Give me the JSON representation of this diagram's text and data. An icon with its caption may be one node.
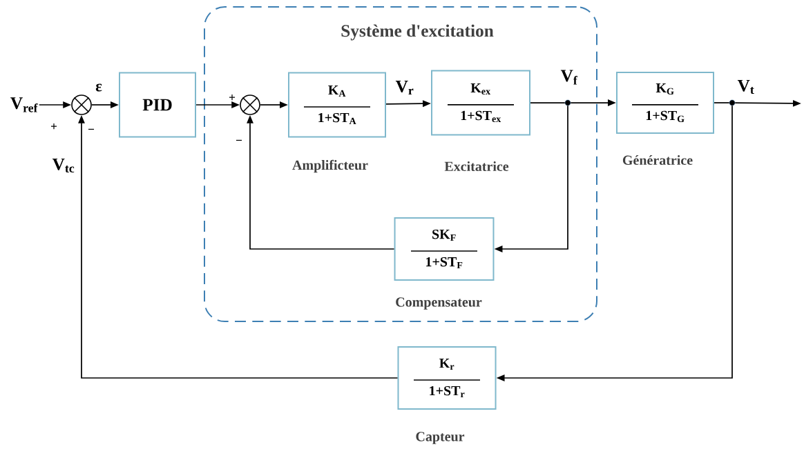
{
  "diagram": {
    "nodes": [
      {
        "text": [
          "V$_{ref}$"
        ]
      },
      {
        "text": [],
        "shape": "circle"
      },
      {
        "text": [
          "PID"
        ]
      },
      {
        "text": [
          "Système d'excitation"
        ]
      },
      {
        "text": [],
        "shape": "circle",
        "in": 3
      },
      {
        "text": [
          "K$_{A}$",
          "1+ST$_{A}$"
        ],
        "beside": [
          "Amplificteur"
        ],
        "in": 3
      },
      {
        "text": [
          "K$_{ex}$",
          "1+ST$_{ex}$"
        ],
        "beside": [
          "Excitatrice"
        ],
        "in": 3
      },
      {
        "text": [],
        "shape": "dot",
        "in": 3
      },
      {
        "text": [
          "K$_{G}$",
          "1+ST$_{G}$"
        ],
        "beside": [
          "Génératrice"
        ]
      },
      {
        "text": [],
        "shape": "dot"
      },
      {
        "text": [
          "SK$_{F}$",
          "1+ST$_{F}$"
        ],
        "beside": [
          "Compensateur"
        ],
        "in": 3
      },
      {
        "text": [
          "K$_{r}$",
          "1+ST$_{r}$"
        ],
        "beside": [
          "Capteur"
        ]
      }
    ],
    "edges": [
      {
        "from": 0,
        "to": 1,
        "arrow": "to"
      },
      {
        "from": 1,
        "to": 2,
        "arrow": "to",
        "label": "ε"
      },
      {
        "from": 2,
        "to": 4,
        "arrow": "to"
      },
      {
        "from": 4,
        "to": 5,
        "arrow": "to"
      },
      {
        "from": 5,
        "to": 6,
        "arrow": "to",
        "label": "V$_{r}$"
      },
      {
        "from": 6,
        "to": 7,
        "arrow": "none",
        "label": "V$_{f}$"
      },
      {
        "from": 7,
        "to": 8,
        "arrow": "to"
      },
      {
        "from": 8,
        "to": 9,
        "arrow": "none"
      },
      {
        "from": 9,
        "to": null,
        "arrow": "to",
        "label": "V$_{t}$"
      },
      {
        "from": 7,
        "to": 10,
        "arrow": "to"
      },
      {
        "from": 10,
        "to": 4,
        "arrow": "to"
      },
      {
        "from": 9,
        "to": 11,
        "arrow": "to"
      },
      {
        "from": 11,
        "to": 1,
        "arrow": "to",
        "label": "V$_{tc}$"
      }
    ],
    "labels": [
      "+",
      "−",
      "+",
      "−"
    ]
  }
}
